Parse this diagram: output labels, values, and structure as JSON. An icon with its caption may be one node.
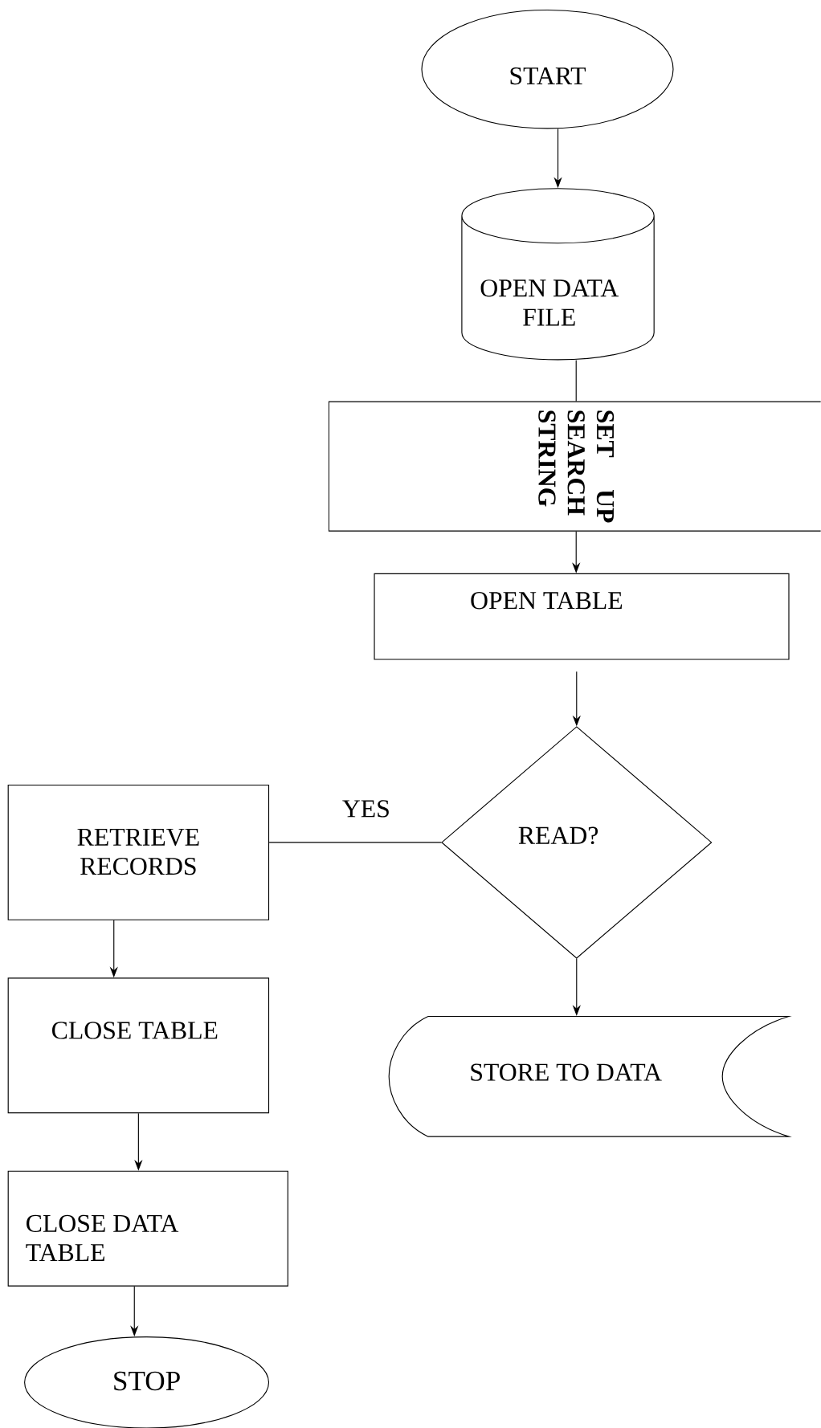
{
  "diagram": {
    "nodes": [
      {
        "text": [
          "START"
        ]
      },
      {
        "text": [
          "OPEN DATA FILE"
        ]
      },
      {
        "text": [
          "SET UP SEARCH STRING"
        ]
      },
      {
        "text": [
          "OPEN TABLE"
        ]
      },
      {
        "text": [
          "READ?"
        ]
      },
      {
        "text": [
          "RETRIEVE RECORDS"
        ]
      },
      {
        "text": [
          "CLOSE TABLE"
        ]
      },
      {
        "text": [
          "STORE TO DATA"
        ]
      },
      {
        "text": [
          "CLOSE DATA TABLE"
        ]
      },
      {
        "text": [
          "STOP"
        ]
      }
    ],
    "edges": [
      {
        "from": 0,
        "to": 1,
        "arrow": "to"
      },
      {
        "from": 1,
        "to": 2,
        "arrow": "none"
      },
      {
        "from": 2,
        "to": 3,
        "arrow": "to"
      },
      {
        "from": 3,
        "to": 4,
        "arrow": "to"
      },
      {
        "from": 4,
        "to": 5,
        "arrow": "none",
        "label": "YES"
      },
      {
        "from": 4,
        "to": 7,
        "arrow": "to"
      },
      {
        "from": 5,
        "to": 6,
        "arrow": "to"
      },
      {
        "from": 6,
        "to": 8,
        "arrow": "to"
      },
      {
        "from": 8,
        "to": 9,
        "arrow": "to"
      }
    ]
  }
}
